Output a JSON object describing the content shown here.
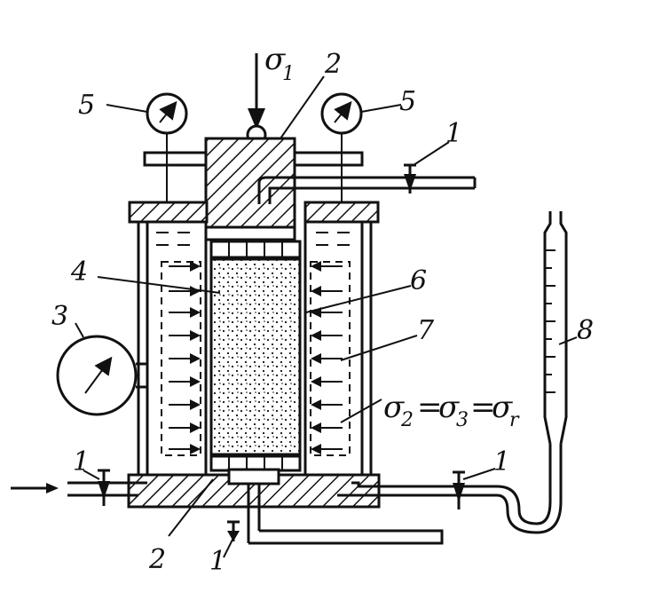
{
  "labels": {
    "valve": "1",
    "cap": "2",
    "gauge_side": "3",
    "sample": "4",
    "gauge_top": "5",
    "membrane": "6",
    "fluid": "7",
    "burette": "8",
    "load_sym": "σ",
    "load_sub": "1",
    "eq_s": "σ",
    "eq_2": "2",
    "eq_eq": "=",
    "eq_3": "3",
    "eq_r": "r"
  },
  "colors": {
    "ink": "#111111",
    "paper": "#ffffff"
  },
  "icons": {
    "gauge": "pressure-gauge-icon",
    "valve": "valve-icon",
    "arrow": "arrow-icon"
  }
}
